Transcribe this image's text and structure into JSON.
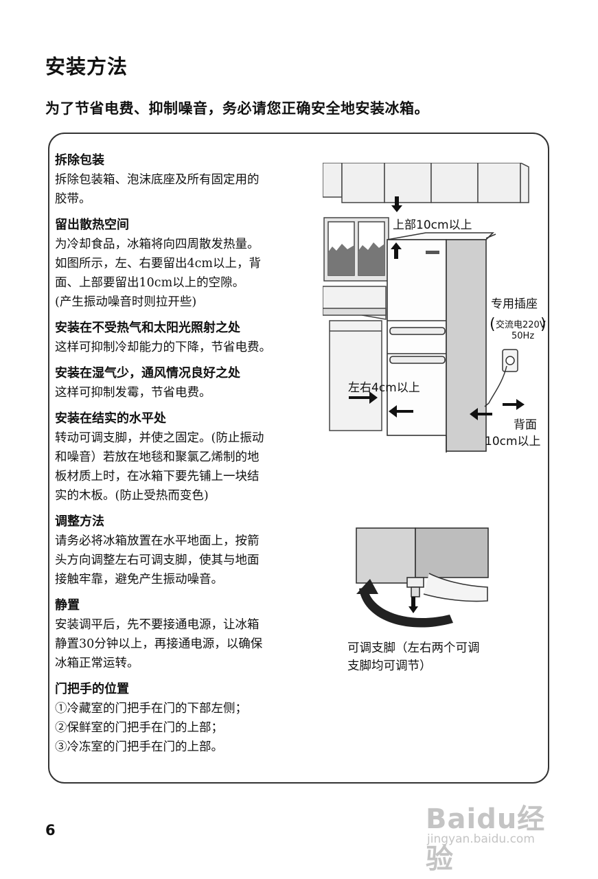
{
  "page": {
    "title": "安装方法",
    "intro": "为了节省电费、抑制噪音，务必请您正确安全地安装冰箱。",
    "page_number": "6"
  },
  "sections": [
    {
      "heading": "拆除包装",
      "lines": [
        "拆除包装箱、泡沫底座及所有固定用的",
        "胶带。"
      ]
    },
    {
      "heading": "留出散热空间",
      "lines": [
        "为冷却食品，冰箱将向四周散发热量。",
        "如图所示，左、右要留出4cm以上，背",
        "面、上部要留出10cm以上的空隙。",
        "(产生振动噪音时则拉开些)"
      ]
    },
    {
      "heading": "安装在不受热气和太阳光照射之处",
      "lines": [
        "这样可抑制冷却能力的下降，节省电费。"
      ]
    },
    {
      "heading": "安装在湿气少，通风情况良好之处",
      "lines": [
        "这样可抑制发霉，节省电费。"
      ]
    },
    {
      "heading": "安装在结实的水平处",
      "lines": [
        "转动可调支脚，并使之固定。(防止振动",
        "和噪音）若放在地毯和聚氯乙烯制的地",
        "板材质上时，在冰箱下要先铺上一块结",
        "实的木板。(防止受热而变色)"
      ]
    },
    {
      "heading": "调整方法",
      "lines": [
        "请务必将冰箱放置在水平地面上，按箭",
        "头方向调整左右可调支脚，使其与地面",
        "接触牢靠，避免产生振动噪音。"
      ]
    },
    {
      "heading": "静置",
      "lines": [
        "安装调平后，先不要接通电源，让冰箱",
        "静置30分钟以上，再接通电源，以确保",
        "冰箱正常运转。"
      ]
    },
    {
      "heading": "门把手的位置",
      "lines": [
        "①冷藏室的门把手在门的下部左侧；",
        "②保鲜室的门把手在门的上部；",
        "③冷冻室的门把手在门的上部。"
      ]
    }
  ],
  "illustration": {
    "top_clearance": "上部10cm以上",
    "dedicated_outlet": "专用插座",
    "ac_power": "交流电220V",
    "frequency": "50Hz",
    "side_clearance": "左右4cm以上",
    "back_label": "背面",
    "back_clearance": "10cm以上"
  },
  "foot_caption": [
    "可调支脚（左右两个可调",
    "支脚均可调节）"
  ],
  "watermark": {
    "brand": "Baidu经验",
    "url": "jingyan.baidu.com"
  }
}
